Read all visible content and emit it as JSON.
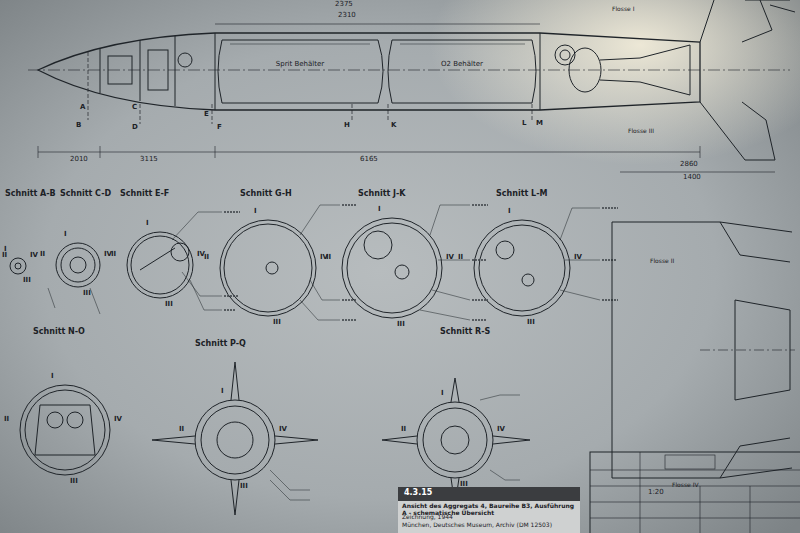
{
  "diagram": {
    "caption": "Ansicht des Aggregats 4, Baureihe B3, Ausführung A - schematische Übersicht",
    "nodes": [
      {
        "text": [
          "Sprit Behälter"
        ]
      },
      {
        "text": [
          "O2 Behälter"
        ]
      }
    ],
    "labels": [
      "Schnitt A-B",
      "Schnitt C-D",
      "Schnitt E-F",
      "Schnitt G-H",
      "Schnitt J-K",
      "Schnitt L-M",
      "Schnitt N-O",
      "Schnitt P-Q",
      "Schnitt R-S",
      "2375",
      "2310",
      "2010",
      "3115",
      "6165",
      "2860",
      "1400",
      "Flosse I",
      "Flosse III",
      "Flosse II",
      "Flosse IV",
      "A",
      "B",
      "C",
      "D",
      "E",
      "F",
      "H",
      "K",
      "L",
      "M",
      "I",
      "II",
      "III",
      "IV",
      "I",
      "II",
      "III",
      "IV",
      "I",
      "II",
      "III",
      "IV",
      "I",
      "II",
      "III",
      "IV",
      "I",
      "II",
      "III",
      "IV",
      "I",
      "II",
      "III",
      "IV",
      "I",
      "II",
      "III",
      "IV",
      "I",
      "II",
      "III",
      "IV",
      "I",
      "II",
      "III",
      "IV",
      "4.3.15",
      "Zeichnung, 1944",
      "München, Deutsches Museum, Archiv (DM 12503)",
      "1:20"
    ]
  }
}
